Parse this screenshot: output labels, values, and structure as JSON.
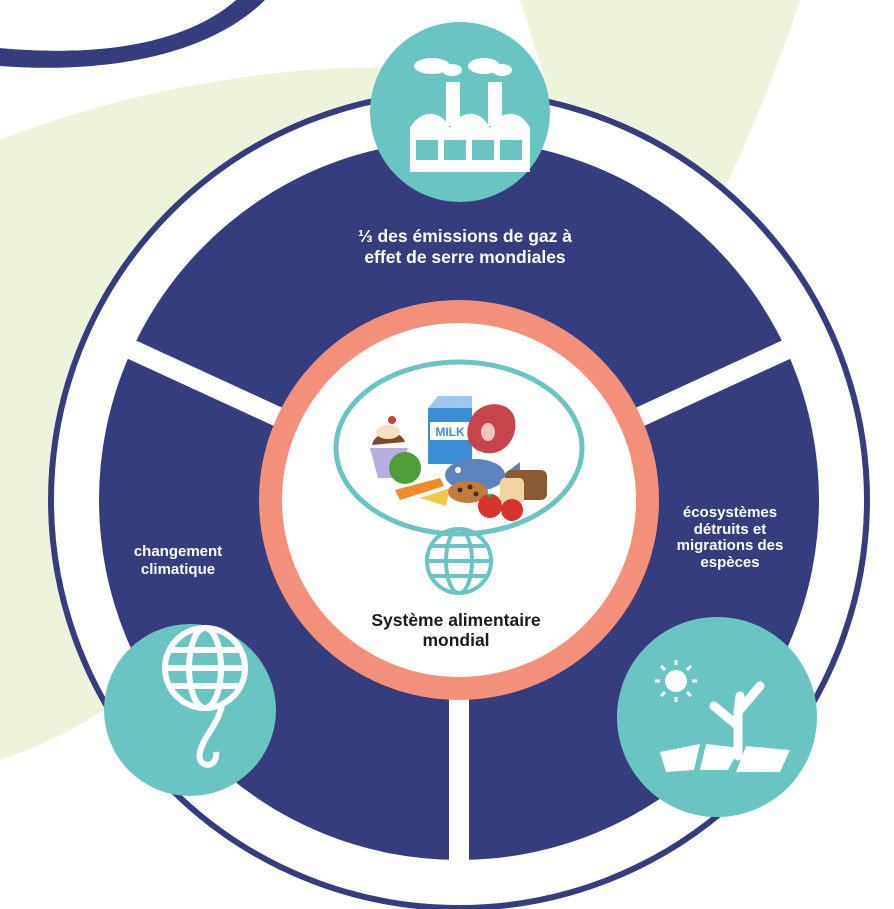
{
  "diagram": {
    "center": {
      "title_line1": "Système alimentaire",
      "title_line2": "mondial",
      "food_icons": [
        "ice-cream-sundae",
        "milk-carton",
        "meat",
        "vegetables",
        "fish",
        "bread",
        "cheese",
        "muffin",
        "tomatoes"
      ],
      "milk_label": "MILK",
      "globe_icon": "globe-icon"
    },
    "segments": [
      {
        "id": "emissions",
        "label_line1": "⅓ des émissions de gaz à",
        "label_line2": "effet de serre mondiales",
        "icon": "factory-icon"
      },
      {
        "id": "climate",
        "label_line1": "changement",
        "label_line2": "climatique",
        "icon": "melting-globe-icon"
      },
      {
        "id": "ecosystems",
        "label_line1": "écosystèmes",
        "label_line2": "détruits et",
        "label_line3": "migrations des",
        "label_line4": "espèces",
        "icon": "drought-icon"
      }
    ],
    "colors": {
      "navy": "#363d7e",
      "teal": "#6ac4c2",
      "salmon": "#f2907a",
      "background_leaf": "#eef3dc",
      "white": "#ffffff"
    }
  }
}
